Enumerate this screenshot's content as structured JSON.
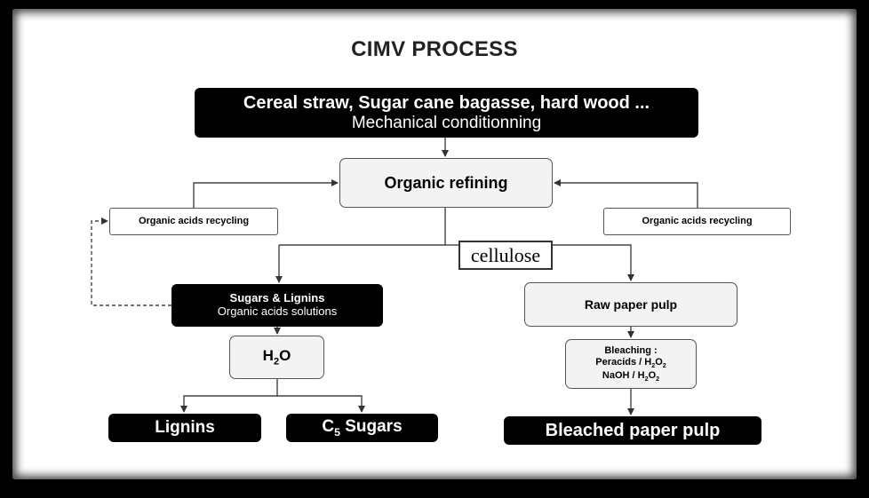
{
  "title": "CIMV PROCESS",
  "nodes": {
    "source": {
      "line1": "Cereal straw, Sugar cane bagasse, hard wood ...",
      "line2": "Mechanical conditionning"
    },
    "refining": "Organic refining",
    "recycling_left": "Organic acids recycling",
    "recycling_right": "Organic acids recycling",
    "cellulose": "cellulose",
    "sugars": {
      "line1": "Sugars & Lignins",
      "line2": "Organic acids solutions"
    },
    "raw_pulp": "Raw paper pulp",
    "h2o": {
      "h": "H",
      "sub": "2",
      "o": "O"
    },
    "bleaching": {
      "line1": "Bleaching :",
      "line2_a": "Peracids / H",
      "line2_sub1": "2",
      "line2_b": "O",
      "line2_sub2": "2",
      "line3_a": "NaOH / H",
      "line3_sub1": "2",
      "line3_b": "O",
      "line3_sub2": "2"
    },
    "lignins": "Lignins",
    "c5_sugars": {
      "c": "C",
      "sub": "5",
      "rest": " Sugars"
    },
    "bleached_pulp": "Bleached paper pulp"
  }
}
